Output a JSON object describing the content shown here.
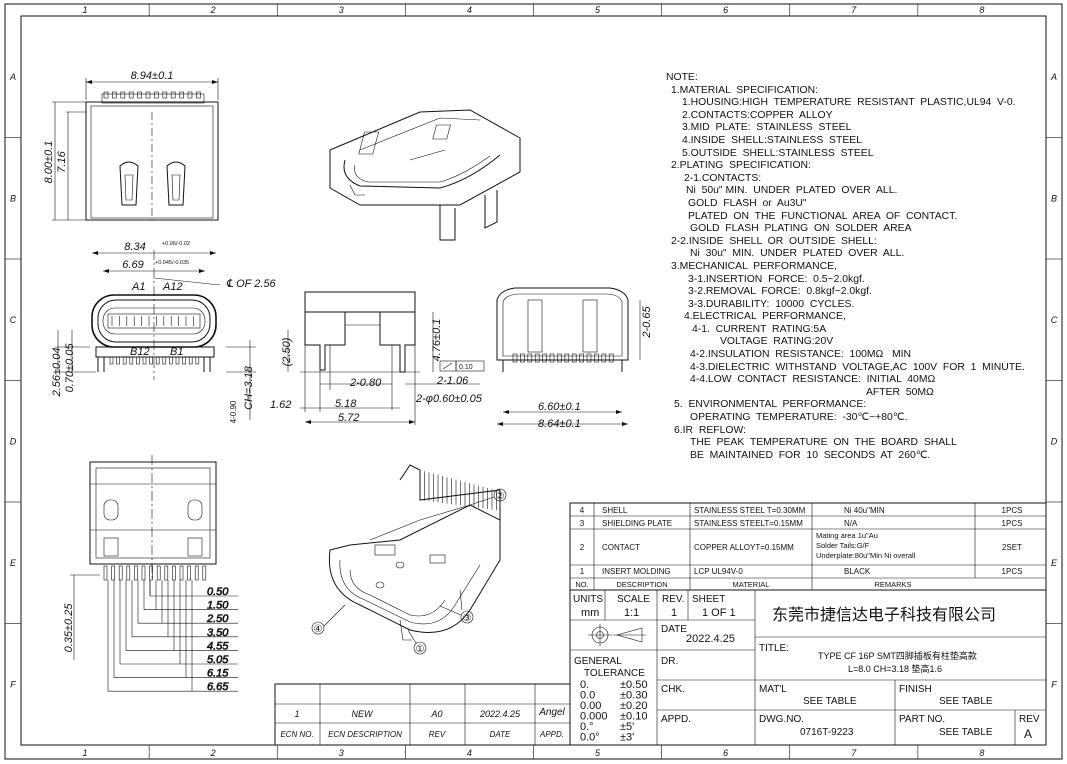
{
  "frame": {
    "col_labels": [
      "1",
      "2",
      "3",
      "4",
      "5",
      "6",
      "7",
      "8"
    ],
    "row_labels": [
      "A",
      "B",
      "C",
      "D",
      "E",
      "F"
    ]
  },
  "notes": [
    {
      "text": "NOTE:",
      "indent": 0
    },
    {
      "text": "1.MATERIAL  SPECIFICATION:",
      "indent": 5
    },
    {
      "text": "1.HOUSING:HIGH  TEMPERATURE  RESISTANT  PLASTIC,UL94  V-0.",
      "indent": 16
    },
    {
      "text": "2.CONTACTS:COPPER  ALLOY",
      "indent": 16
    },
    {
      "text": "3.MID  PLATE:  STAINLESS  STEEL",
      "indent": 16
    },
    {
      "text": "4.INSIDE  SHELL:STAINLESS  STEEL",
      "indent": 16
    },
    {
      "text": "5.OUTSIDE  SHELL:STAINLESS  STEEL",
      "indent": 16
    },
    {
      "text": "2.PLATING  SPECIFICATION:",
      "indent": 5
    },
    {
      "text": "2-1.CONTACTS:",
      "indent": 18
    },
    {
      "text": "Ni  50u\" MIN.  UNDER  PLATED  OVER  ALL.",
      "indent": 20
    },
    {
      "text": "GOLD  FLASH  or  Au3U\"",
      "indent": 22
    },
    {
      "text": "PLATED  ON  THE  FUNCTIONAL  AREA  OF  CONTACT.",
      "indent": 22
    },
    {
      "text": "GOLD  FLASH  PLATING  ON  SOLDER  AREA",
      "indent": 24
    },
    {
      "text": "2-2.INSIDE  SHELL  OR  OUTSIDE  SHELL:",
      "indent": 5
    },
    {
      "text": "Ni  30u\"  MIN.  UNDER  PLATED  OVER  ALL.",
      "indent": 24
    },
    {
      "text": "3.MECHANICAL  PERFORMANCE,",
      "indent": 5
    },
    {
      "text": "3-1.INSERTION  FORCE:  0.5~2.0kgf.",
      "indent": 22
    },
    {
      "text": "3-2.REMOVAL  FORCE:  0.8kgf~2.0kgf.",
      "indent": 22
    },
    {
      "text": "3-3.DURABILITY:  10000  CYCLES.",
      "indent": 22
    },
    {
      "text": "4.ELECTRICAL  PERFORMANCE,",
      "indent": 18
    },
    {
      "text": "4-1.  CURRENT  RATING:5A",
      "indent": 26
    },
    {
      "text": "VOLTAGE  RATING:20V",
      "indent": 54
    },
    {
      "text": "4-2.INSULATION  RESISTANCE:  100MΩ   MIN",
      "indent": 24
    },
    {
      "text": "4-3.DIELECTRIC  WITHSTAND  VOLTAGE,AC  100V  FOR  1  MINUTE.",
      "indent": 24
    },
    {
      "text": "4-4.LOW  CONTACT  RESISTANCE:  INITIAL  40MΩ",
      "indent": 24
    },
    {
      "text": "AFTER  50MΩ",
      "indent": 200
    },
    {
      "text": "5.  ENVIRONMENTAL  PERFORMANCE:",
      "indent": 8
    },
    {
      "text": "OPERATING  TEMPERATURE:  -30℃~+80℃.",
      "indent": 24
    },
    {
      "text": "6.IR  REFLOW:",
      "indent": 8
    },
    {
      "text": "THE  PEAK  TEMPERATURE  ON  THE  BOARD  SHALL",
      "indent": 24
    },
    {
      "text": "BE  MAINTAINED  FOR  10  SECONDS  AT  260℃.",
      "indent": 24
    }
  ],
  "dims": {
    "top_width": "8.94±0.1",
    "top_h1": "8.00±0.1",
    "top_h2": "7.16",
    "front_w1": "8.34",
    "front_w1_tol": "+0.06/-0.02",
    "front_w2": "6.69",
    "front_w2_tol": "+0.045/-0.035",
    "center": "℄ OF 2.56",
    "front_a1": "A1",
    "front_a12": "A12",
    "front_b12": "B12",
    "front_b1": "B1",
    "front_h1": "2.56±0.04",
    "front_h2": "0.70±0.05",
    "front_ch": "CH=3.18",
    "front_pin": "4-0.90",
    "side_250": "(2.50)",
    "side_476": "4.76±0.1",
    "side_080": "2-0.80",
    "side_106": "2-1.06",
    "side_162": "1.62",
    "side_518": "5.18",
    "side_060": "2-φ0.60±0.05",
    "side_572": "5.72",
    "side_flat": "0.10",
    "rear_065": "2-0.65",
    "rear_660": "6.60±0.1",
    "rear_864": "8.64±0.1",
    "bottom_035": "0.35±0.25",
    "bottom_stack": [
      "0.50",
      "1.50",
      "2.50",
      "3.50",
      "4.55",
      "5.05",
      "6.15",
      "6.65"
    ],
    "balloons": [
      "①",
      "②",
      "③",
      "④"
    ]
  },
  "bom": {
    "rows": [
      {
        "no": "4",
        "desc": "SHELL",
        "mat": "STAINLESS  STEEL  T=0.30MM",
        "rem": "Ni  40u\"MIN",
        "qty": "1PCS"
      },
      {
        "no": "3",
        "desc": "SHIELDING  PLATE",
        "mat": "STAINLESS  STEELT=0.15MM",
        "rem": "N/A",
        "qty": "1PCS"
      },
      {
        "no": "2",
        "desc": "CONTACT",
        "mat": "COPPER  ALLOYT=0.15MM",
        "rem": "Mating area 1u\"Au|Solder Tails:G/F|Underplate:80u\"Min Ni overall",
        "qty": "2SET"
      },
      {
        "no": "1",
        "desc": "INSERT  MOLDING",
        "mat": "LCP  UL94V-0",
        "rem": "BLACK",
        "qty": "1PCS"
      }
    ],
    "header": {
      "no": "NO.",
      "desc": "DESCRIPTION",
      "mat": "MATERIAL",
      "rem": "REMARKS"
    }
  },
  "title_block": {
    "units_label": "UNITS",
    "units_value": "mm",
    "scale_label": "SCALE",
    "scale_value": "1:1",
    "rev_label": "REV.",
    "rev_value": "1",
    "sheet_label": "SHEET",
    "sheet_value": "1  OF  1",
    "company": "东莞市捷信达电子科技有限公司",
    "date_label": "DATE",
    "date_value": "2022.4.25",
    "title_label": "TITLE:",
    "title_line1": "TYPE  CF  16P  SMT四脚插板有柱垫高款",
    "title_line2": "L=8.0  CH=3.18  垫高1.6",
    "general_tol": "GENERAL",
    "tolerance": "TOLERANCE",
    "tol_rows": [
      [
        "0.",
        "±0.50"
      ],
      [
        "0.0",
        "±0.30"
      ],
      [
        "0.00",
        "±0.20"
      ],
      [
        "0.000",
        "±0.10"
      ],
      [
        "0.°",
        "±5'"
      ],
      [
        "0.0°",
        "±3'"
      ]
    ],
    "dr_label": "DR.",
    "chk_label": "CHK.",
    "appd_label": "APPD.",
    "matl_label": "MAT'L",
    "matl_value": "SEE  TABLE",
    "finish_label": "FINISH",
    "finish_value": "SEE  TABLE",
    "dwg_label": "DWG.NO.",
    "dwg_value": "0716T-9223",
    "part_label": "PART  NO.",
    "part_value": "SEE  TABLE",
    "rev2_label": "REV",
    "rev2_value": "A"
  },
  "ecn": {
    "row": {
      "no": "1",
      "desc": "NEW",
      "rev": "A0",
      "date": "2022.4.25",
      "appd": "Angel"
    },
    "header": {
      "no": "ECN  NO.",
      "desc": "ECN    DESCRIPTION",
      "rev": "REV",
      "date": "DATE",
      "appd": "APPD."
    }
  }
}
